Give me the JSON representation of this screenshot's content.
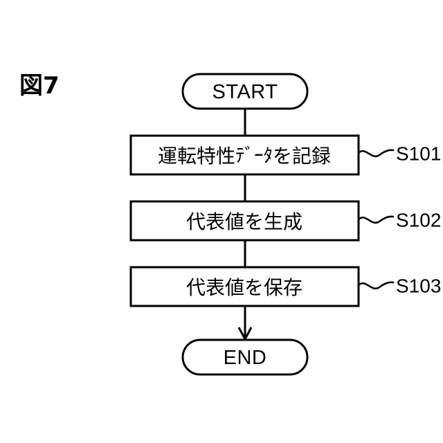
{
  "figure": {
    "label": "図7"
  },
  "colors": {
    "stroke": "#000000",
    "fill": "#ffffff",
    "background": "#ffffff"
  },
  "flowchart": {
    "start": {
      "label": "START",
      "shape": "stadium"
    },
    "end": {
      "label": "END",
      "shape": "stadium"
    },
    "steps": [
      {
        "text": "運転特性ﾃﾞｰﾀを記録",
        "text_parts": [
          "運転特性",
          "ﾃﾞｰﾀ",
          "を記録"
        ],
        "step_id": "S101",
        "shape": "rectangle"
      },
      {
        "text": "代表値を生成",
        "text_parts": [
          "代表値を生成"
        ],
        "step_id": "S102",
        "shape": "rectangle"
      },
      {
        "text": "代表値を保存",
        "text_parts": [
          "代表値を保存"
        ],
        "step_id": "S103",
        "shape": "rectangle"
      }
    ]
  }
}
